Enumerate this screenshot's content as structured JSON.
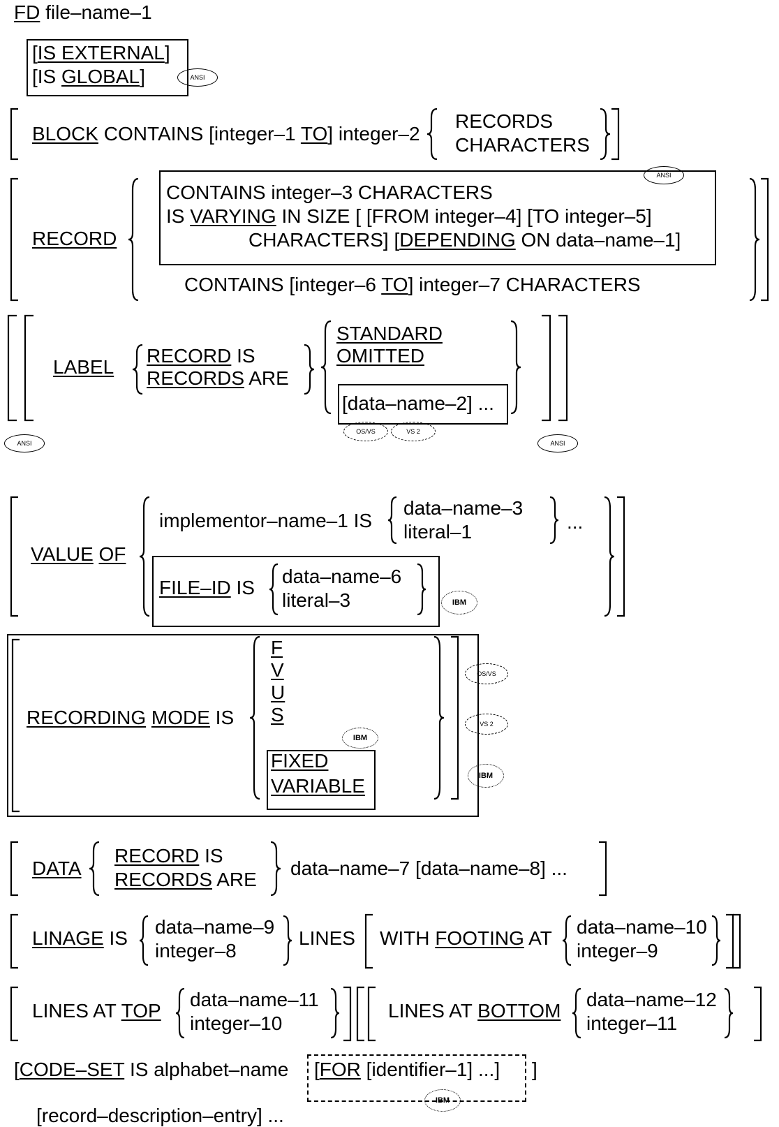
{
  "fd": {
    "kw": "FD",
    "name": "file–name–1"
  },
  "ext": {
    "l1": "IS EXTERNAL",
    "l2a": "IS ",
    "l2b": "GLOBAL",
    "badge": "ANSI"
  },
  "block": {
    "kw": "BLOCK",
    "t1": " CONTAINS [integer–1 ",
    "to": "TO",
    "t2": "] integer–2",
    "o1": "RECORDS",
    "o2": "CHARACTERS"
  },
  "record": {
    "kw": "RECORD",
    "b1": "CONTAINS integer–3 CHARACTERS",
    "b2a": "IS ",
    "b2b": "VARYING",
    "b2c": " IN SIZE [ [FROM integer–4] [TO integer–5]",
    "b3a": "CHARACTERS] [",
    "b3b": "DEPENDING",
    "b3c": " ON data–name–1]",
    "l4a": "CONTAINS [integer–6 ",
    "l4b": "TO",
    "l4c": "] integer–7 CHARACTERS",
    "badge": "ANSI"
  },
  "label": {
    "kw": "LABEL",
    "o1a": "RECORD",
    "o1b": " IS",
    "o2a": "RECORDS",
    "o2b": " ARE",
    "s1": "STANDARD",
    "s2": "OMITTED",
    "dn": "[data–name–2] ...",
    "b1": "ANSI",
    "b2": "OS/VS",
    "b3": "VS 2",
    "b4": "ANSI"
  },
  "value": {
    "kw1": "VALUE",
    "kw2": "OF",
    "impl": "implementor–name–1 IS",
    "o1": "data–name–3",
    "o2": "literal–1",
    "ell": "...",
    "fid": "FILE–ID",
    "fis": " IS",
    "f1": "data–name–6",
    "f2": "literal–3",
    "badge": "IBM"
  },
  "mode": {
    "kw1": "RECORDING",
    "kw2": "MODE",
    "is": " IS",
    "m1": "F",
    "m2": "V",
    "m3": "U",
    "m4": "S",
    "fx1": "FIXED",
    "fx2": "VARIABLE",
    "b1": "OS/VS",
    "b2": "VS 2",
    "b3": "IBM",
    "b4": "IBM"
  },
  "data": {
    "kw": "DATA",
    "o1a": "RECORD",
    "o1b": " IS",
    "o2a": "RECORDS",
    "o2b": " ARE",
    "tail": "data–name–7 [data–name–8] ..."
  },
  "linage": {
    "kw": "LINAGE",
    "is": " IS",
    "o1": "data–name–9",
    "o2": "integer–8",
    "lines": "LINES",
    "with": "WITH ",
    "foot": "FOOTING",
    "at": " AT",
    "f1": "data–name–10",
    "f2": "integer–9"
  },
  "top": {
    "t1": "LINES AT ",
    "top": "TOP",
    "o1": "data–name–11",
    "o2": "integer–10",
    "b1": "LINES AT ",
    "bot": "BOTTOM",
    "p1": "data–name–12",
    "p2": "integer–11"
  },
  "code": {
    "kw": "CODE–SET",
    "t": " IS alphabet–name",
    "for": "FOR",
    "ident": " [identifier–1] ...]",
    "badge": "IBM"
  },
  "rde": {
    "t": "[record–description–entry] ..."
  }
}
